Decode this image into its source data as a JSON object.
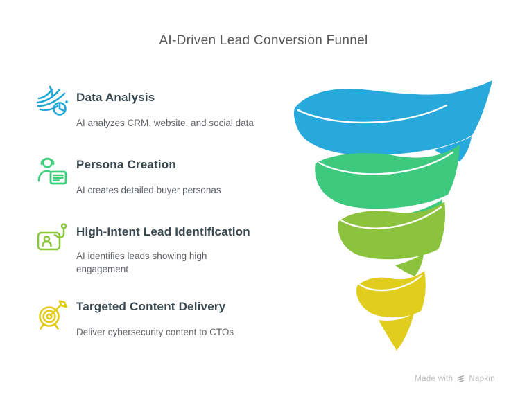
{
  "title": "AI-Driven Lead Conversion Funnel",
  "steps": [
    {
      "title": "Data Analysis",
      "description": "AI analyzes CRM, website, and social data",
      "color": "#1EA7D6",
      "icon": "data-flow-icon"
    },
    {
      "title": "Persona Creation",
      "description": "AI creates detailed buyer personas",
      "color": "#3ECF7D",
      "icon": "persona-document-icon"
    },
    {
      "title": "High-Intent Lead Identification",
      "description": "AI identifies leads showing high engagement",
      "color": "#8CC63F",
      "icon": "lead-badge-hook-icon"
    },
    {
      "title": "Targeted Content Delivery",
      "description": "Deliver cybersecurity content to CTOs",
      "color": "#E2CB14",
      "icon": "target-arrow-icon"
    }
  ],
  "funnel": {
    "type": "spiral-funnel",
    "colors": [
      "#28A9DC",
      "#3DC97E",
      "#8BC33E",
      "#E0CD1E"
    ],
    "stages": [
      "Data Analysis",
      "Persona Creation",
      "High-Intent Lead Identification",
      "Targeted Content Delivery"
    ]
  },
  "footer": {
    "made_with": "Made with",
    "brand": "Napkin"
  },
  "colors": {
    "title_text": "#58595B",
    "heading_text": "#37474F",
    "body_text": "#5F6368",
    "footer_text": "#BDBDBD",
    "background": "#FFFFFF"
  }
}
